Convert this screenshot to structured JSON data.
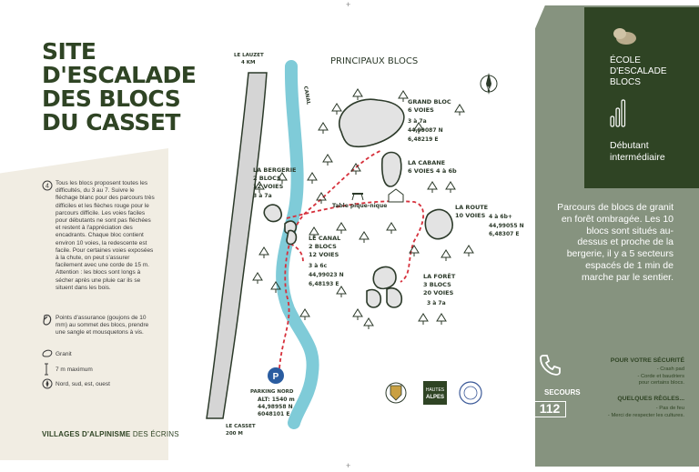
{
  "title": [
    "SITE",
    "D'ESCALADE",
    "DES BLOCS",
    "DU CASSET"
  ],
  "info": {
    "blocks": "Tous les blocs proposent toutes les difficultés, du 3 au 7. Suivre le fléchage blanc pour des parcours très difficiles et les flèches rouge pour le parcours difficile. Les voies faciles pour débutants ne sont pas fléchées et restent à l'appréciation des encadrants. Chaque bloc contient environ 10 voies, la redescente est facile. Pour certaines voies exposées à la chute, on peut s'assurer facilement avec une corde de 15 m. Attention : les blocs sont longs à sécher après une pluie car ils se situent dans les bois.",
    "anchors": "Points d'assurance (goujons de 10 mm) au sommet des blocs, prendre une sangle et mousquetons à vis.",
    "rock": "Granit",
    "height": "7 m maximum",
    "orientation": "Nord, sud, est, ouest"
  },
  "footer": {
    "bold": "VILLAGES D'ALPINISME",
    "rest": " DES ÉCRINS"
  },
  "map": {
    "heading": "PRINCIPAUX BLOCS",
    "canal": "CANAL",
    "north": "N",
    "lauzet": [
      "LE LAUZET",
      "4 KM"
    ],
    "casset": [
      "LE CASSET",
      "200 M"
    ],
    "table": "Table pique-nique",
    "parking": [
      "PARKING NORD",
      "ALT: 1540 m",
      "44,98958 N",
      "6048101 E"
    ],
    "blocs": [
      {
        "name": [
          "GRAND BLOC",
          "6 VOIES"
        ],
        "info": [
          "3 à 7a",
          "44,99087 N",
          "6,48219 E"
        ]
      },
      {
        "name": [
          "LA CABANE",
          "6 VOIES 4 à 6b"
        ],
        "info": []
      },
      {
        "name": [
          "LA BERGERIE",
          "2 BLOCS",
          "12 VOIES"
        ],
        "info": [
          "3 à 7a"
        ]
      },
      {
        "name": [
          "LA ROUTE",
          "10 VOIES"
        ],
        "info": [
          "4 à 6b+",
          "44,99055 N",
          "6,48307 E"
        ]
      },
      {
        "name": [
          "LE CANAL",
          "2 BLOCS",
          "12 VOIES"
        ],
        "info": [
          "3 à 6c",
          "44,99023 N",
          "6,48193 E"
        ]
      },
      {
        "name": [
          "LA FORÊT",
          "3 BLOCS",
          "20 VOIES"
        ],
        "info": [
          "3 à 7a"
        ]
      }
    ]
  },
  "logo": {
    "hautes": "HAUTES",
    "alpes": "ALPES"
  },
  "school": {
    "name": [
      "ÉCOLE",
      "D'ESCALADE",
      "BLOCS"
    ],
    "level": [
      "Débutant",
      "intermédiaire"
    ]
  },
  "description": "Parcours de blocs de granit en forêt ombragée. Les 10 blocs sont situés au-dessus et proche de la bergerie, il y a 5 secteurs espacés de 1 min de marche par le sentier.",
  "security": {
    "title": "POUR VOTRE SÉCURITÉ",
    "items": [
      "- Crash pad",
      "- Corde et baudriers",
      "pour certains blocs."
    ],
    "rules_title": "QUELQUES RÈGLES...",
    "rules": [
      "- Pas de feu",
      "- Merci de respecter les cultures."
    ],
    "secours": "SECOURS",
    "number": "112"
  },
  "colors": {
    "dark_green": "#2f4424",
    "sage": "#86937f",
    "cream": "#f1ede3",
    "river": "#7fcbd8",
    "trail": "#d6313c",
    "rock": "#e3e3e3"
  }
}
